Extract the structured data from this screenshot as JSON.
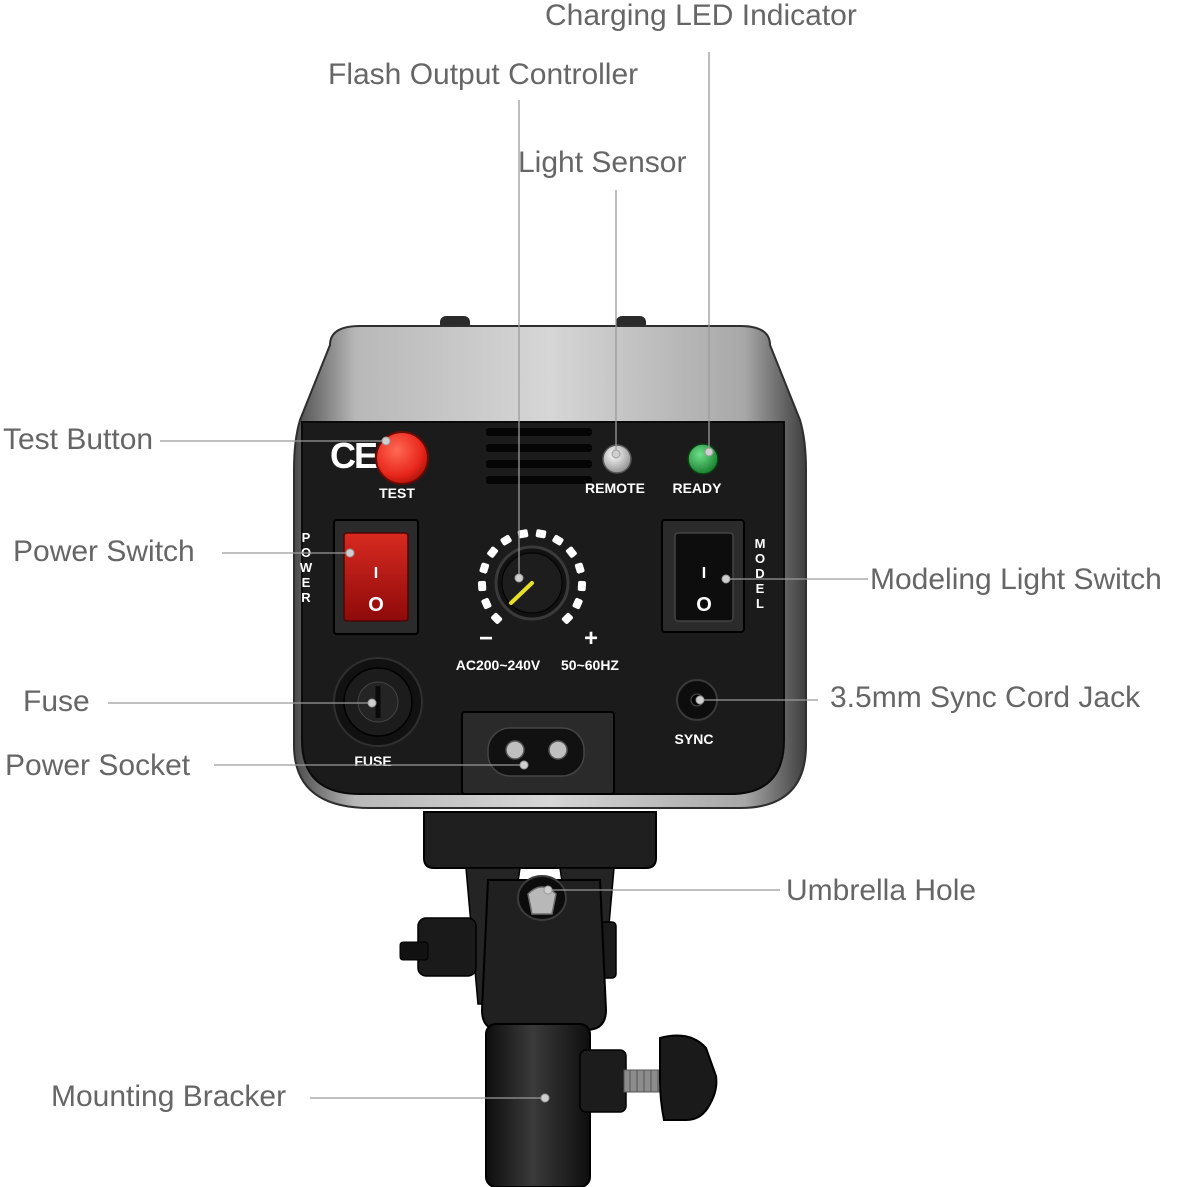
{
  "callouts": {
    "charging_led": "Charging LED Indicator",
    "flash_output": "Flash Output Controller",
    "light_sensor": "Light Sensor",
    "test_button": "Test Button",
    "power_switch": "Power Switch",
    "modeling_switch": "Modeling Light Switch",
    "fuse": "Fuse",
    "sync_jack": "3.5mm Sync Cord Jack",
    "power_socket": "Power Socket",
    "umbrella_hole": "Umbrella Hole",
    "mounting_bracket": "Mounting Bracker"
  },
  "panel": {
    "ce_mark": "CE",
    "test": "TEST",
    "remote": "REMOTE",
    "ready": "READY",
    "power": "POWER",
    "model": "MODEL",
    "power_on": "I",
    "power_off": "O",
    "minus": "−",
    "plus": "+",
    "voltage": "AC200~240V",
    "frequency": "50~60HZ",
    "fuse": "FUSE",
    "sync": "SYNC"
  },
  "colors": {
    "test_button": "#e8261c",
    "ready_led": "#1e9e3a",
    "power_switch": "#c21414",
    "panel": "#1b1b1b",
    "housing": "#8a8a8a"
  }
}
